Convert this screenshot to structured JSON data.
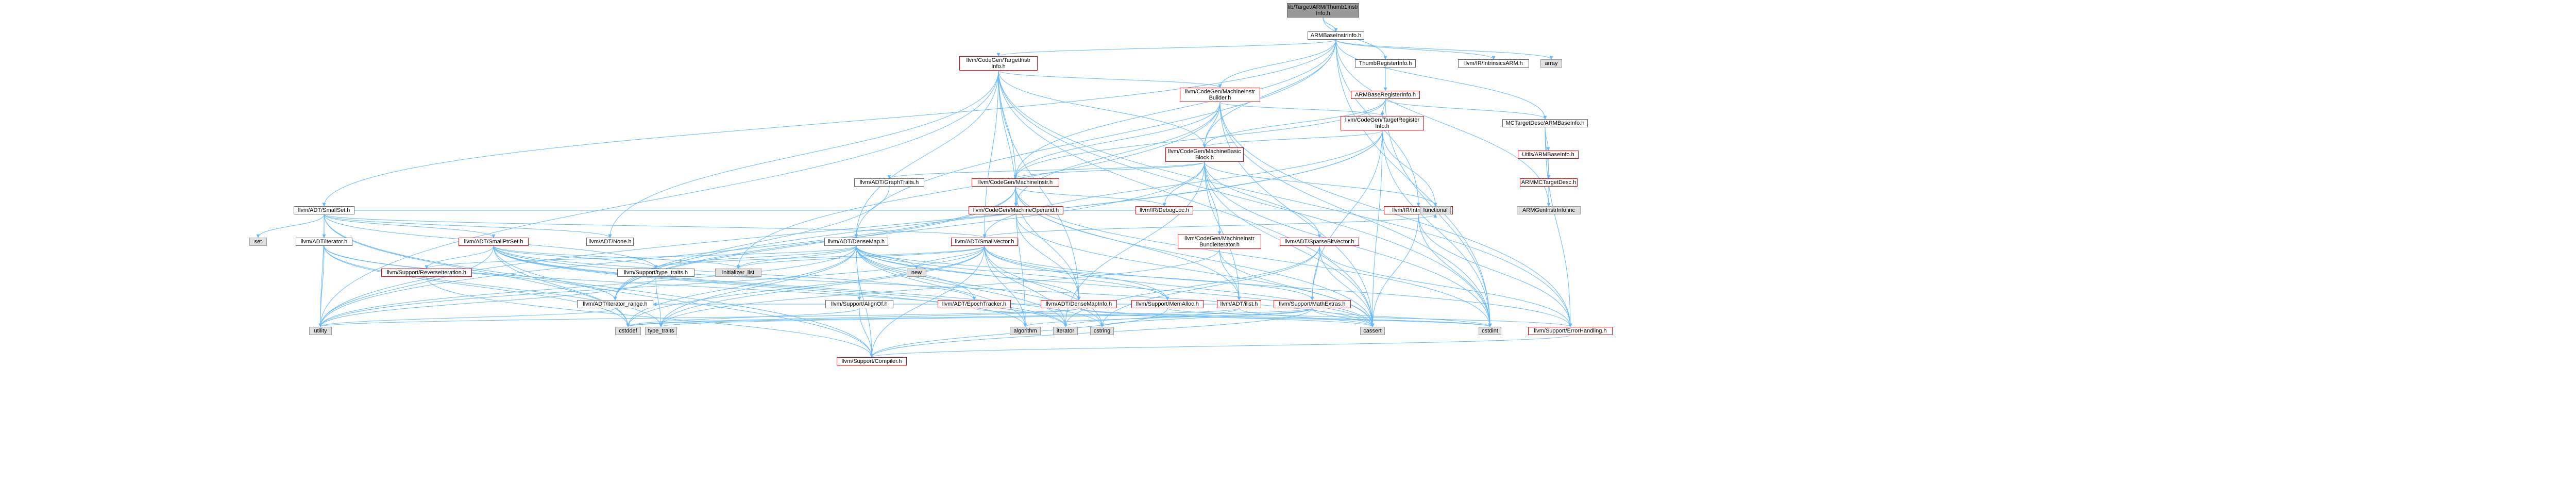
{
  "graph": {
    "nodes": [
      {
        "id": "root",
        "label": "lib/Target/ARM/Thumb1Instr\nInfo.h",
        "kind": "root"
      },
      {
        "id": "armbaseinstrinfo",
        "label": "ARMBaseInstrInfo.h",
        "kind": "normal"
      },
      {
        "id": "thumbregisterinfo",
        "label": "ThumbRegisterInfo.h",
        "kind": "normal"
      },
      {
        "id": "codegen_targetinstrinfo",
        "label": "llvm/CodeGen/TargetInstr\nInfo.h",
        "kind": "red"
      },
      {
        "id": "intrinsicsarm",
        "label": "llvm/IR/IntrinsicsARM.h",
        "kind": "normal"
      },
      {
        "id": "array",
        "label": "array",
        "kind": "sys"
      },
      {
        "id": "armbaseregisterinfo",
        "label": "ARMBaseRegisterInfo.h",
        "kind": "red"
      },
      {
        "id": "codegen_machineinstrbuilder",
        "label": "llvm/CodeGen/MachineInstr\nBuilder.h",
        "kind": "red"
      },
      {
        "id": "mc_targetdesc_armbaseinfo",
        "label": "MCTargetDesc/ARMBaseInfo.h",
        "kind": "normal"
      },
      {
        "id": "codegen_targetregisterinfo",
        "label": "llvm/CodeGen/TargetRegister\nInfo.h",
        "kind": "red"
      },
      {
        "id": "utils_armbaseinfo",
        "label": "Utils/ARMBaseInfo.h",
        "kind": "red"
      },
      {
        "id": "armmctargetdesc",
        "label": "ARMMCTargetDesc.h",
        "kind": "red"
      },
      {
        "id": "armgeninstrinfo",
        "label": "ARMGenInstrInfo.inc",
        "kind": "sys"
      },
      {
        "id": "codegen_machinebasicblock",
        "label": "llvm/CodeGen/MachineBasic\nBlock.h",
        "kind": "red"
      },
      {
        "id": "adt_graphtraits",
        "label": "llvm/ADT/GraphTraits.h",
        "kind": "normal"
      },
      {
        "id": "codegen_machineinstr",
        "label": "llvm/CodeGen/MachineInstr.h",
        "kind": "red"
      },
      {
        "id": "codegen_machineoperand",
        "label": "llvm/CodeGen/MachineOperand.h",
        "kind": "red"
      },
      {
        "id": "ir_debugloc",
        "label": "llvm/IR/DebugLoc.h",
        "kind": "red"
      },
      {
        "id": "codegen_machineinstrbundleiterator",
        "label": "llvm/CodeGen/MachineInstr\nBundleIterator.h",
        "kind": "red"
      },
      {
        "id": "adt_sparsebitvector",
        "label": "llvm/ADT/SparseBitVector.h",
        "kind": "red"
      },
      {
        "id": "ir_intrinsicinst",
        "label": "llvm/IR/IntrinsicInst.h",
        "kind": "red"
      },
      {
        "id": "adt_smallset",
        "label": "llvm/ADT/SmallSet.h",
        "kind": "normal"
      },
      {
        "id": "adt_densemap",
        "label": "llvm/ADT/DenseMap.h",
        "kind": "normal"
      },
      {
        "id": "adt_smallvector",
        "label": "llvm/ADT/SmallVector.h",
        "kind": "red"
      },
      {
        "id": "adt_none",
        "label": "llvm/ADT/None.h",
        "kind": "normal"
      },
      {
        "id": "set",
        "label": "set",
        "kind": "sys"
      },
      {
        "id": "adt_iterator",
        "label": "llvm/ADT/iterator.h",
        "kind": "normal"
      },
      {
        "id": "adt_smallptrset",
        "label": "llvm/ADT/SmallPtrSet.h",
        "kind": "red"
      },
      {
        "id": "support_reverseiteration",
        "label": "llvm/Support/ReverseIteration.h",
        "kind": "red"
      },
      {
        "id": "adt_iterator_range",
        "label": "llvm/ADT/iterator_range.h",
        "kind": "normal"
      },
      {
        "id": "support_type_traits",
        "label": "llvm/Support/type_traits.h",
        "kind": "normal"
      },
      {
        "id": "initializer_list",
        "label": "initializer_list",
        "kind": "sys"
      },
      {
        "id": "support_alignof",
        "label": "llvm/Support/AlignOf.h",
        "kind": "normal"
      },
      {
        "id": "new",
        "label": "new",
        "kind": "sys"
      },
      {
        "id": "adt_epochtracker",
        "label": "llvm/ADT/EpochTracker.h",
        "kind": "red"
      },
      {
        "id": "adt_densemapinfo",
        "label": "llvm/ADT/DenseMapInfo.h",
        "kind": "red"
      },
      {
        "id": "support_memalloc",
        "label": "llvm/Support/MemAlloc.h",
        "kind": "red"
      },
      {
        "id": "adt_ilist",
        "label": "llvm/ADT/ilist.h",
        "kind": "red"
      },
      {
        "id": "support_mathextras",
        "label": "llvm/Support/MathExtras.h",
        "kind": "red"
      },
      {
        "id": "support_errorhandling",
        "label": "llvm/Support/ErrorHandling.h",
        "kind": "red"
      },
      {
        "id": "functional",
        "label": "functional",
        "kind": "sys"
      },
      {
        "id": "utility",
        "label": "utility",
        "kind": "sys"
      },
      {
        "id": "type_traits",
        "label": "type_traits",
        "kind": "sys"
      },
      {
        "id": "cstddef",
        "label": "cstddef",
        "kind": "sys"
      },
      {
        "id": "support_compiler",
        "label": "llvm/Support/Compiler.h",
        "kind": "red"
      },
      {
        "id": "algorithm",
        "label": "algorithm",
        "kind": "sys"
      },
      {
        "id": "iterator",
        "label": "iterator",
        "kind": "sys"
      },
      {
        "id": "cstring",
        "label": "cstring",
        "kind": "sys"
      },
      {
        "id": "cassert",
        "label": "cassert",
        "kind": "sys"
      },
      {
        "id": "cstdint",
        "label": "cstdint",
        "kind": "sys"
      }
    ],
    "edges": [
      [
        "root",
        "armbaseinstrinfo"
      ],
      [
        "root",
        "thumbregisterinfo"
      ],
      [
        "armbaseinstrinfo",
        "codegen_targetinstrinfo"
      ],
      [
        "armbaseinstrinfo",
        "intrinsicsarm"
      ],
      [
        "armbaseinstrinfo",
        "array"
      ],
      [
        "armbaseinstrinfo",
        "codegen_machineinstrbuilder"
      ],
      [
        "armbaseinstrinfo",
        "mc_targetdesc_armbaseinfo"
      ],
      [
        "armbaseinstrinfo",
        "armgeninstrinfo"
      ],
      [
        "armbaseinstrinfo",
        "adt_smallset"
      ],
      [
        "armbaseinstrinfo",
        "adt_densemap"
      ],
      [
        "armbaseinstrinfo",
        "codegen_machinebasicblock"
      ],
      [
        "armbaseinstrinfo",
        "codegen_machineinstr"
      ],
      [
        "armbaseinstrinfo",
        "ir_intrinsicinst"
      ],
      [
        "armbaseinstrinfo",
        "cstdint"
      ],
      [
        "thumbregisterinfo",
        "armbaseregisterinfo"
      ],
      [
        "armbaseregisterinfo",
        "codegen_targetregisterinfo"
      ],
      [
        "armbaseregisterinfo",
        "mc_targetdesc_armbaseinfo"
      ],
      [
        "armbaseregisterinfo",
        "codegen_machinebasicblock"
      ],
      [
        "armbaseregisterinfo",
        "codegen_machineinstr"
      ],
      [
        "armbaseregisterinfo",
        "cstdint"
      ],
      [
        "codegen_targetinstrinfo",
        "codegen_machinebasicblock"
      ],
      [
        "codegen_targetinstrinfo",
        "codegen_machineinstr"
      ],
      [
        "codegen_targetinstrinfo",
        "codegen_machineoperand"
      ],
      [
        "codegen_targetinstrinfo",
        "adt_densemap"
      ],
      [
        "codegen_targetinstrinfo",
        "adt_none"
      ],
      [
        "codegen_targetinstrinfo",
        "adt_densemapinfo"
      ],
      [
        "codegen_targetinstrinfo",
        "support_errorhandling"
      ],
      [
        "codegen_targetinstrinfo",
        "utility"
      ],
      [
        "codegen_targetinstrinfo",
        "cassert"
      ],
      [
        "codegen_targetinstrinfo",
        "cstdint"
      ],
      [
        "codegen_targetinstrinfo",
        "codegen_machineinstrbuilder"
      ],
      [
        "codegen_targetinstrinfo",
        "adt_smallvector"
      ],
      [
        "codegen_machineinstrbuilder",
        "codegen_machinebasicblock"
      ],
      [
        "codegen_machineinstrbuilder",
        "codegen_machineinstr"
      ],
      [
        "codegen_machineinstrbuilder",
        "codegen_machineoperand"
      ],
      [
        "codegen_machineinstrbuilder",
        "codegen_targetregisterinfo"
      ],
      [
        "codegen_machineinstrbuilder",
        "support_errorhandling"
      ],
      [
        "codegen_machineinstrbuilder",
        "cassert"
      ],
      [
        "codegen_machineinstrbuilder",
        "cstdint"
      ],
      [
        "codegen_machineinstrbuilder",
        "initializer_list"
      ],
      [
        "mc_targetdesc_armbaseinfo",
        "utils_armbaseinfo"
      ],
      [
        "mc_targetdesc_armbaseinfo",
        "armmctargetdesc"
      ],
      [
        "mc_targetdesc_armbaseinfo",
        "support_errorhandling"
      ],
      [
        "utils_armbaseinfo",
        "armmctargetdesc"
      ],
      [
        "armmctargetdesc",
        "armgeninstrinfo"
      ],
      [
        "codegen_targetregisterinfo",
        "codegen_machinebasicblock"
      ],
      [
        "codegen_targetregisterinfo",
        "adt_smallvector"
      ],
      [
        "codegen_targetregisterinfo",
        "adt_iterator_range"
      ],
      [
        "codegen_targetregisterinfo",
        "support_mathextras"
      ],
      [
        "codegen_targetregisterinfo",
        "functional"
      ],
      [
        "codegen_targetregisterinfo",
        "cassert"
      ],
      [
        "codegen_targetregisterinfo",
        "cstdint"
      ],
      [
        "codegen_targetregisterinfo",
        "utility"
      ],
      [
        "codegen_machinebasicblock",
        "adt_graphtraits"
      ],
      [
        "codegen_machinebasicblock",
        "codegen_machineinstr"
      ],
      [
        "codegen_machinebasicblock",
        "codegen_machineinstrbundleiterator"
      ],
      [
        "codegen_machinebasicblock",
        "adt_sparsebitvector"
      ],
      [
        "codegen_machinebasicblock",
        "ir_debugloc"
      ],
      [
        "codegen_machinebasicblock",
        "adt_ilist"
      ],
      [
        "codegen_machinebasicblock",
        "adt_iterator_range"
      ],
      [
        "codegen_machinebasicblock",
        "functional"
      ],
      [
        "codegen_machinebasicblock",
        "cassert"
      ],
      [
        "codegen_machinebasicblock",
        "iterator"
      ],
      [
        "codegen_machinebasicblock",
        "cstdint"
      ],
      [
        "adt_graphtraits",
        "adt_iterator_range"
      ],
      [
        "codegen_machineinstr",
        "codegen_machineoperand"
      ],
      [
        "codegen_machineinstr",
        "ir_debugloc"
      ],
      [
        "codegen_machineinstr",
        "adt_densemapinfo"
      ],
      [
        "codegen_machineinstr",
        "adt_ilist"
      ],
      [
        "codegen_machineinstr",
        "adt_iterator_range"
      ],
      [
        "codegen_machineinstr",
        "algorithm"
      ],
      [
        "codegen_machineinstr",
        "cassert"
      ],
      [
        "codegen_machineinstr",
        "cstdint"
      ],
      [
        "codegen_machineinstr",
        "utility"
      ],
      [
        "codegen_machineoperand",
        "adt_densemapinfo"
      ],
      [
        "codegen_machineoperand",
        "cassert"
      ],
      [
        "codegen_machineinstrbundleiterator",
        "adt_ilist"
      ],
      [
        "codegen_machineinstrbundleiterator",
        "cassert"
      ],
      [
        "codegen_machineinstrbundleiterator",
        "type_traits"
      ],
      [
        "adt_sparsebitvector",
        "support_errorhandling"
      ],
      [
        "adt_sparsebitvector",
        "support_mathextras"
      ],
      [
        "adt_sparsebitvector",
        "cassert"
      ],
      [
        "adt_sparsebitvector",
        "cstring"
      ],
      [
        "adt_sparsebitvector",
        "iterator"
      ],
      [
        "ir_intrinsicinst",
        "support_errorhandling"
      ],
      [
        "ir_intrinsicinst",
        "cassert"
      ],
      [
        "ir_intrinsicinst",
        "cstdint"
      ],
      [
        "adt_smallset",
        "adt_smallptrset"
      ],
      [
        "adt_smallset",
        "adt_smallvector"
      ],
      [
        "adt_smallset",
        "adt_none"
      ],
      [
        "adt_smallset",
        "adt_iterator"
      ],
      [
        "adt_smallset",
        "support_type_traits"
      ],
      [
        "adt_smallset",
        "set"
      ],
      [
        "adt_smallset",
        "cstddef"
      ],
      [
        "adt_smallset",
        "functional"
      ],
      [
        "adt_smallset",
        "utility"
      ],
      [
        "adt_smallset",
        "support_compiler"
      ],
      [
        "adt_iterator",
        "adt_iterator_range"
      ],
      [
        "adt_iterator",
        "cstddef"
      ],
      [
        "adt_iterator",
        "iterator"
      ],
      [
        "adt_iterator",
        "type_traits"
      ],
      [
        "adt_iterator",
        "utility"
      ],
      [
        "adt_smallptrset",
        "adt_epochtracker"
      ],
      [
        "adt_smallptrset",
        "support_compiler"
      ],
      [
        "adt_smallptrset",
        "support_reverseiteration"
      ],
      [
        "adt_smallptrset",
        "support_type_traits"
      ],
      [
        "adt_smallptrset",
        "algorithm"
      ],
      [
        "adt_smallptrset",
        "cassert"
      ],
      [
        "adt_smallptrset",
        "cstddef"
      ],
      [
        "adt_smallptrset",
        "cstdlib"
      ],
      [
        "adt_smallptrset",
        "cstring"
      ],
      [
        "adt_smallptrset",
        "initializer_list"
      ],
      [
        "adt_smallptrset",
        "iterator"
      ],
      [
        "adt_smallptrset",
        "utility"
      ],
      [
        "adt_densemap",
        "adt_densemapinfo"
      ],
      [
        "adt_densemap",
        "adt_epochtracker"
      ],
      [
        "adt_densemap",
        "support_alignof"
      ],
      [
        "adt_densemap",
        "support_compiler"
      ],
      [
        "adt_densemap",
        "support_mathextras"
      ],
      [
        "adt_densemap",
        "support_memalloc"
      ],
      [
        "adt_densemap",
        "support_reverseiteration"
      ],
      [
        "adt_densemap",
        "support_type_traits"
      ],
      [
        "adt_densemap",
        "algorithm"
      ],
      [
        "adt_densemap",
        "cassert"
      ],
      [
        "adt_densemap",
        "cstddef"
      ],
      [
        "adt_densemap",
        "cstring"
      ],
      [
        "adt_densemap",
        "initializer_list"
      ],
      [
        "adt_densemap",
        "iterator"
      ],
      [
        "adt_densemap",
        "new"
      ],
      [
        "adt_densemap",
        "type_traits"
      ],
      [
        "adt_densemap",
        "utility"
      ],
      [
        "adt_smallvector",
        "support_compiler"
      ],
      [
        "adt_smallvector",
        "support_errorhandling"
      ],
      [
        "adt_smallvector",
        "support_memalloc"
      ],
      [
        "adt_smallvector",
        "support_type_traits"
      ],
      [
        "adt_smallvector",
        "algorithm"
      ],
      [
        "adt_smallvector",
        "cassert"
      ],
      [
        "adt_smallvector",
        "cstddef"
      ],
      [
        "adt_smallvector",
        "cstdlib"
      ],
      [
        "adt_smallvector",
        "cstring"
      ],
      [
        "adt_smallvector",
        "functional"
      ],
      [
        "adt_smallvector",
        "initializer_list"
      ],
      [
        "adt_smallvector",
        "iterator"
      ],
      [
        "adt_smallvector",
        "memory"
      ],
      [
        "adt_smallvector",
        "new"
      ],
      [
        "adt_smallvector",
        "type_traits"
      ],
      [
        "adt_smallvector",
        "utility"
      ],
      [
        "support_type_traits",
        "type_traits"
      ],
      [
        "support_type_traits",
        "utility"
      ],
      [
        "support_alignof",
        "support_compiler"
      ],
      [
        "support_alignof",
        "cstddef"
      ],
      [
        "adt_epochtracker",
        "cstdint"
      ],
      [
        "adt_densemapinfo",
        "cassert"
      ],
      [
        "adt_densemapinfo",
        "cstddef"
      ],
      [
        "adt_densemapinfo",
        "cstdint"
      ],
      [
        "adt_densemapinfo",
        "utility"
      ],
      [
        "support_memalloc",
        "support_compiler"
      ],
      [
        "support_memalloc",
        "support_errorhandling"
      ],
      [
        "support_mathextras",
        "support_compiler"
      ],
      [
        "support_mathextras",
        "cassert"
      ],
      [
        "support_mathextras",
        "cstdint"
      ],
      [
        "support_mathextras",
        "algorithm"
      ],
      [
        "support_mathextras",
        "cstring"
      ],
      [
        "support_mathextras",
        "type_traits"
      ],
      [
        "support_errorhandling",
        "support_compiler"
      ],
      [
        "adt_ilist",
        "adt_iterator_range"
      ],
      [
        "adt_ilist",
        "cassert"
      ],
      [
        "adt_ilist",
        "cstddef"
      ],
      [
        "adt_ilist",
        "iterator"
      ],
      [
        "support_reverseiteration",
        "support_compiler"
      ],
      [
        "adt_iterator_range",
        "utility"
      ]
    ]
  }
}
